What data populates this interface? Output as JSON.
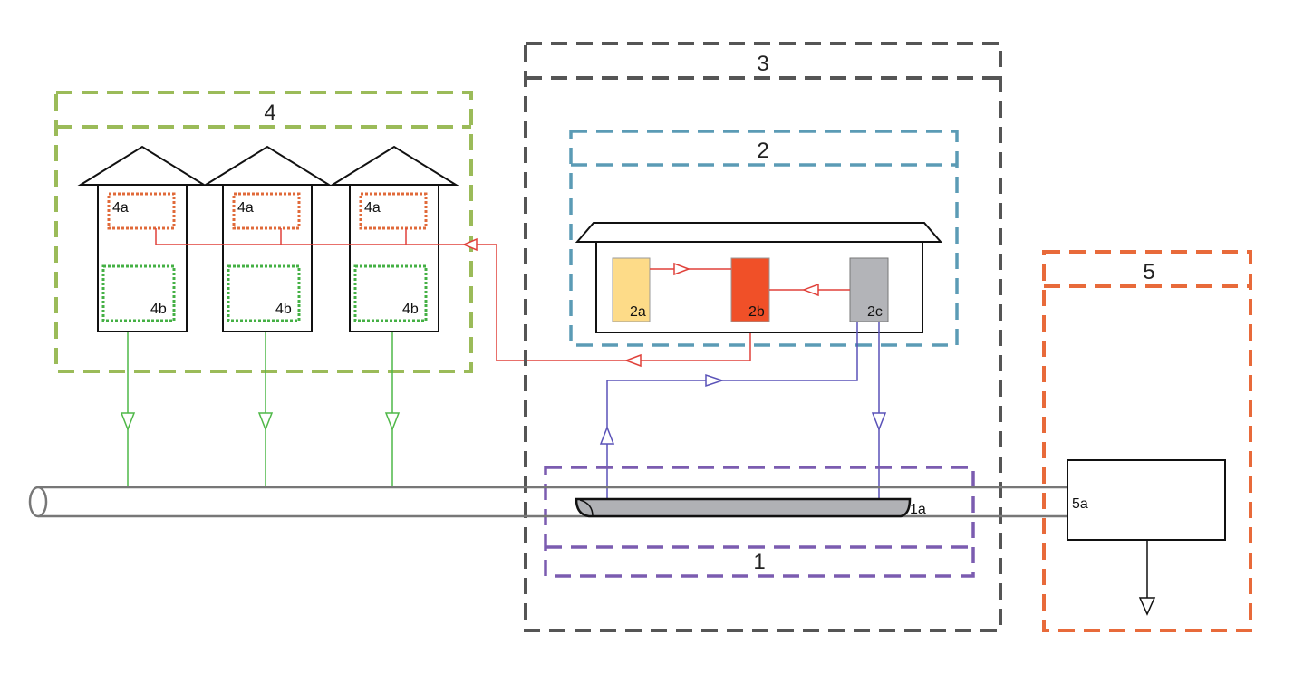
{
  "labels": {
    "group_1": "1",
    "group_2": "2",
    "group_3": "3",
    "group_4": "4",
    "group_5": "5",
    "unit_1a": "1a",
    "unit_2a": "2a",
    "unit_2b": "2b",
    "unit_2c": "2c",
    "unit_4a": "4a",
    "unit_4b": "4b",
    "unit_5a": "5a"
  },
  "colors": {
    "group_1": "#7b5cb0",
    "group_2": "#5b9bb5",
    "group_3": "#555555",
    "group_4": "#9bbb59",
    "group_5": "#e86a3a",
    "unit_2a": "#fddb88",
    "unit_2b": "#f05028",
    "unit_2c": "#b3b4b8",
    "red_flow": "#e0413a",
    "blue_flow": "#5a52b8",
    "green_flow": "#4fb848",
    "pipe": "#777777"
  }
}
